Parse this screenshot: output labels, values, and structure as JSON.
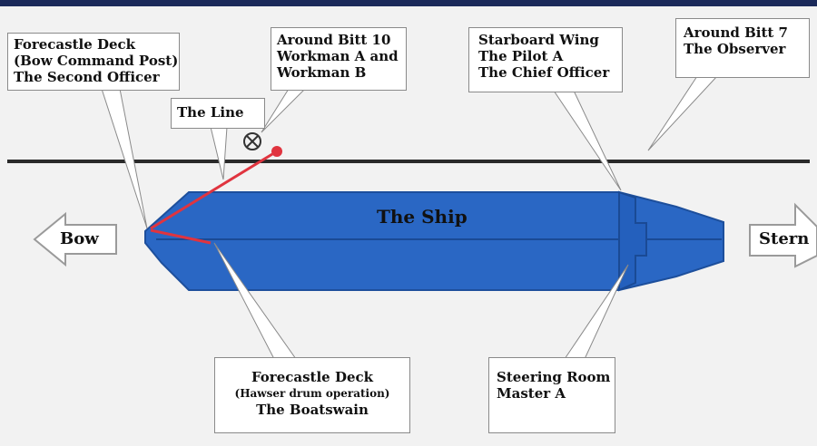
{
  "ship_label": "The Ship",
  "bow_label": "Bow",
  "stern_label": "Stern",
  "colors": {
    "ship_fill": "#2a67c4",
    "ship_dark": "#1f56a8",
    "line_red": "#e0343f",
    "line_black": "#2a2a2a",
    "callout_border": "#8a8a8a",
    "top_bar": "#1b2a5a"
  },
  "callouts": {
    "forecastle_bow": {
      "line1": "Forecastle Deck",
      "line2": "(Bow  Command  Post)",
      "line3": "The Second Officer"
    },
    "the_line": {
      "line1": "The Line"
    },
    "bitt10": {
      "line1": "Around Bitt 10",
      "line2": "Workman A and",
      "line3": "Workman B"
    },
    "starboard_wing": {
      "line1": "Starboard Wing",
      "line2": "The Pilot A",
      "line3": "The Chief Officer"
    },
    "bitt7": {
      "line1": "Around Bitt 7",
      "line2": "The Observer"
    },
    "forecastle_hawser": {
      "line1": "Forecastle Deck",
      "line2": "(Hawser drum operation)",
      "line3": "The Boatswain"
    },
    "steering_room": {
      "line1": "Steering Room",
      "line2": "Master A"
    }
  }
}
